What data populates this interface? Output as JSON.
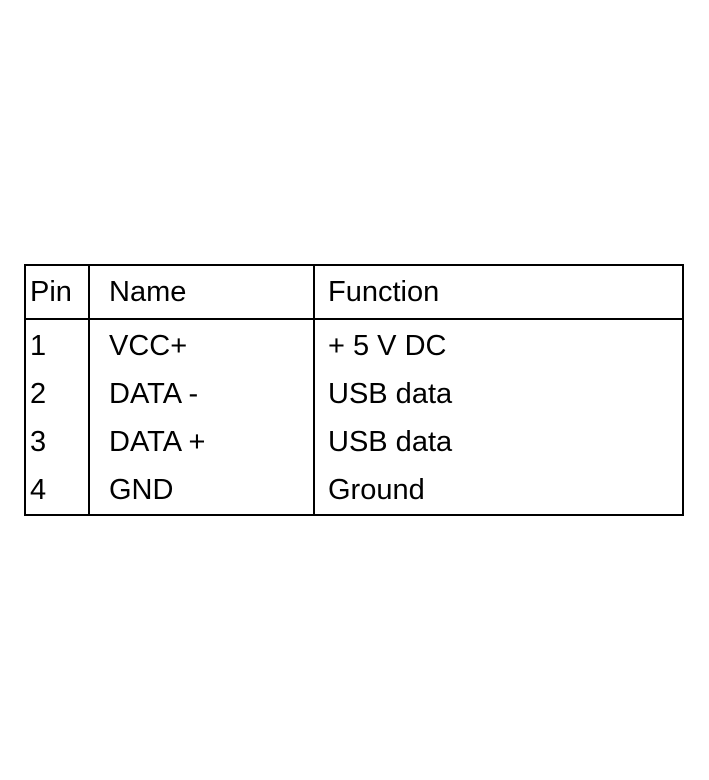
{
  "table": {
    "headers": [
      "Pin",
      "Name",
      "Function"
    ],
    "rows": [
      {
        "pin": "1",
        "name": "VCC+",
        "function": "+ 5 V DC"
      },
      {
        "pin": "2",
        "name": "DATA -",
        "function": "USB data"
      },
      {
        "pin": "3",
        "name": "DATA +",
        "function": "USB data"
      },
      {
        "pin": "4",
        "name": "GND",
        "function": "Ground"
      }
    ]
  },
  "colors": {
    "border": "#000000",
    "text": "#000000",
    "background": "#ffffff"
  }
}
